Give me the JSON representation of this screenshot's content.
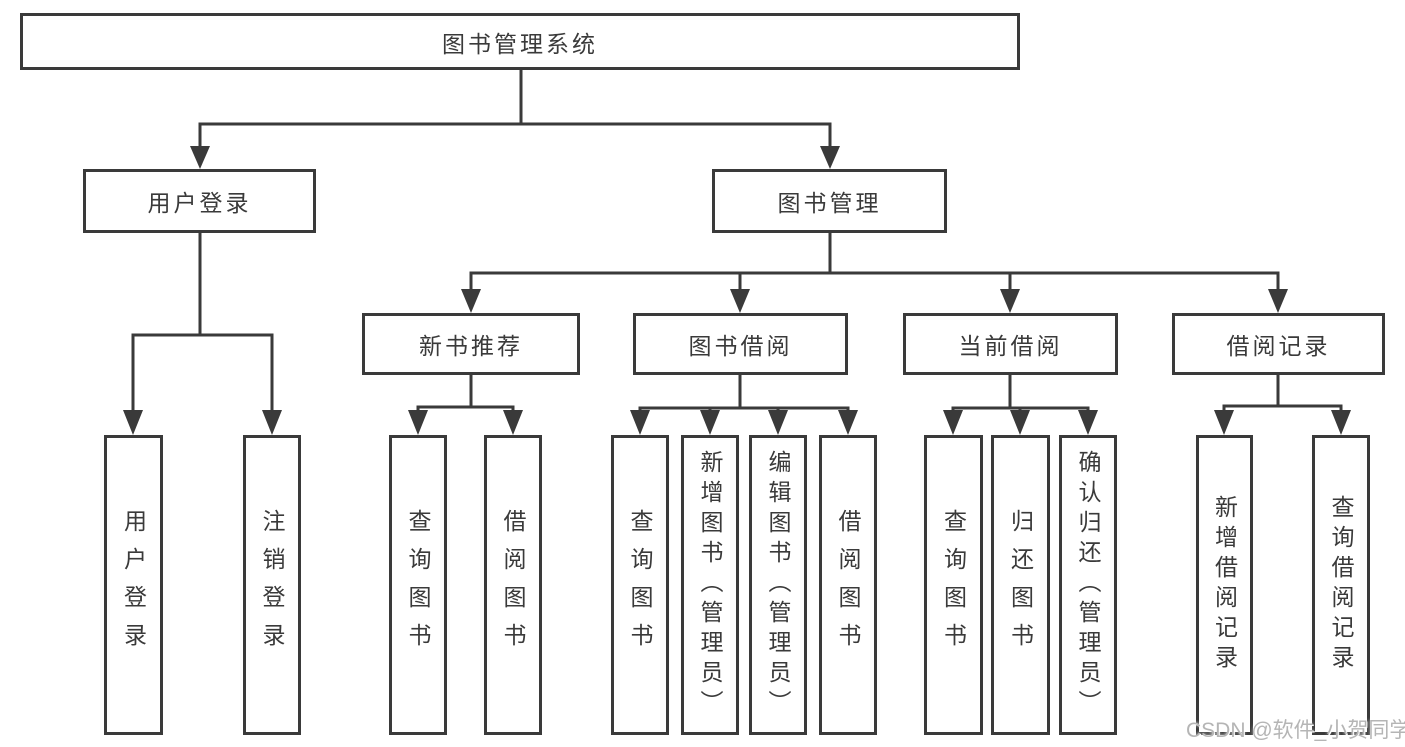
{
  "diagram": {
    "root": {
      "label": "图书管理系统",
      "children": [
        {
          "label": "用户登录",
          "children": [
            {
              "label": "用户登录"
            },
            {
              "label": "注销登录"
            }
          ]
        },
        {
          "label": "图书管理",
          "children": [
            {
              "label": "新书推荐",
              "children": [
                {
                  "label": "查询图书"
                },
                {
                  "label": "借阅图书"
                }
              ]
            },
            {
              "label": "图书借阅",
              "children": [
                {
                  "label": "查询图书"
                },
                {
                  "label": "新增图书（管理员）"
                },
                {
                  "label": "编辑图书（管理员）"
                },
                {
                  "label": "借阅图书"
                }
              ]
            },
            {
              "label": "当前借阅",
              "children": [
                {
                  "label": "查询图书"
                },
                {
                  "label": "归还图书"
                },
                {
                  "label": "确认归还（管理员）"
                }
              ]
            },
            {
              "label": "借阅记录",
              "children": [
                {
                  "label": "新增借阅记录"
                },
                {
                  "label": "查询借阅记录"
                }
              ]
            }
          ]
        }
      ]
    }
  },
  "watermark": "CSDN @软件_小贺同学",
  "colors": {
    "line": "#3a3a3a",
    "text": "#3a3a3a",
    "background": "#ffffff",
    "watermark": "#b5b5b5"
  }
}
